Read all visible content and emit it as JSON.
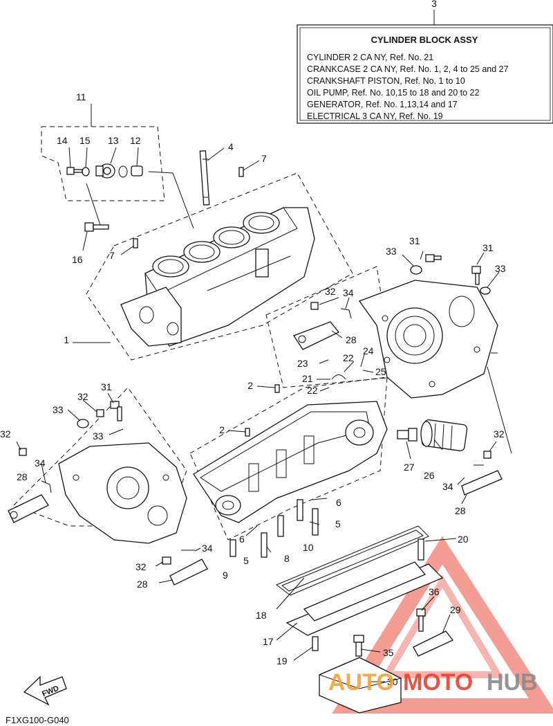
{
  "legend": {
    "ref_number": "3",
    "title": "CYLINDER BLOCK ASSY",
    "lines": [
      "CYLINDER 2 CA NY,  Ref. No. 21",
      "CRANKCASE 2 CA NY, Ref. No. 1, 2, 4 to 25 and 27",
      "CRANKSHAFT PISTON, Ref. No. 1 to 10",
      "OIL PUMP,  Ref. No. 10,15 to 18 and 20 to 22",
      "GENERATOR,  Ref. No. 1,13,14 and 17",
      "ELECTRICAL 3 CA NY, Ref. No. 19"
    ]
  },
  "callouts": [
    "1",
    "2",
    "2",
    "4",
    "5",
    "5",
    "5",
    "6",
    "6",
    "7",
    "7",
    "8",
    "9",
    "10",
    "11",
    "12",
    "13",
    "14",
    "15",
    "16",
    "17",
    "18",
    "19",
    "20",
    "21",
    "22",
    "22",
    "23",
    "24",
    "25",
    "26",
    "27",
    "28",
    "28",
    "28",
    "28",
    "28",
    "29",
    "30",
    "31",
    "31",
    "31",
    "32",
    "32",
    "32",
    "32",
    "32",
    "33",
    "33",
    "33",
    "33",
    "34",
    "34",
    "34",
    "34",
    "35",
    "36"
  ],
  "fwd_label": "FWD",
  "diagram_code": "F1XG100-G040",
  "watermark": {
    "part1": "AUTO",
    "part2": "MOTO",
    "part3": "HUB"
  },
  "colors": {
    "line": "#111111",
    "watermark_orange": "#f2a33a",
    "watermark_red": "#e8402e",
    "watermark_gray": "#8a8a8a"
  }
}
